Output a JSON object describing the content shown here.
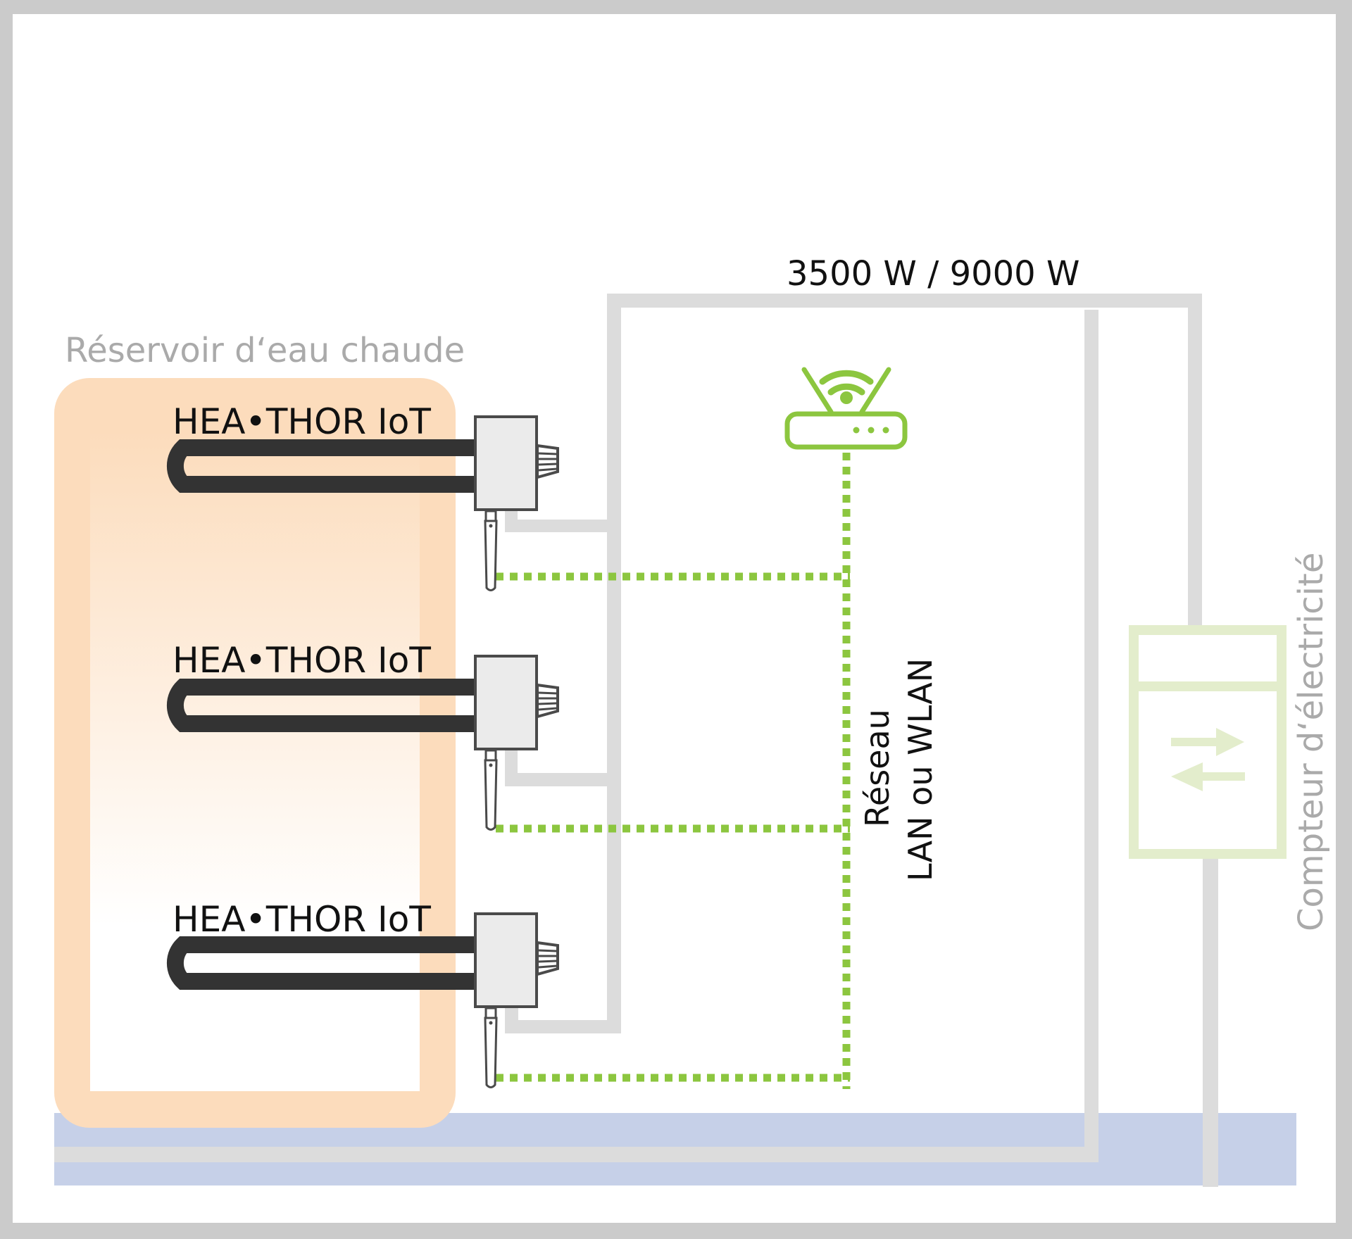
{
  "diagram": {
    "title": "HEA•THOR IoT installation schematic",
    "power_label": "3500 W / 9000 W",
    "tank_label": "Réservoir d‘eau chaude",
    "network_label_line1": "Réseau",
    "network_label_line2": "LAN ou WLAN",
    "meter_label": "Compteur d‘électricité",
    "devices": [
      {
        "label": "HEA•THOR IoT"
      },
      {
        "label": "HEA•THOR IoT"
      },
      {
        "label": "HEA•THOR IoT"
      }
    ],
    "icons": {
      "router": "wifi-router-icon",
      "meter_arrows": "bidirectional-arrows-icon"
    },
    "colors": {
      "frame": "#cbcbcb",
      "background": "#ffffff",
      "tank": "#fcdcbc",
      "wire": "#dcdcdc",
      "network": "#8cc63f",
      "meter": "#e3edcc",
      "floor": "#c6d0e8",
      "heater": "#333333",
      "device_body": "#ebebeb",
      "device_outline": "#4a4a4a",
      "muted_text": "#aaaaaa"
    }
  }
}
